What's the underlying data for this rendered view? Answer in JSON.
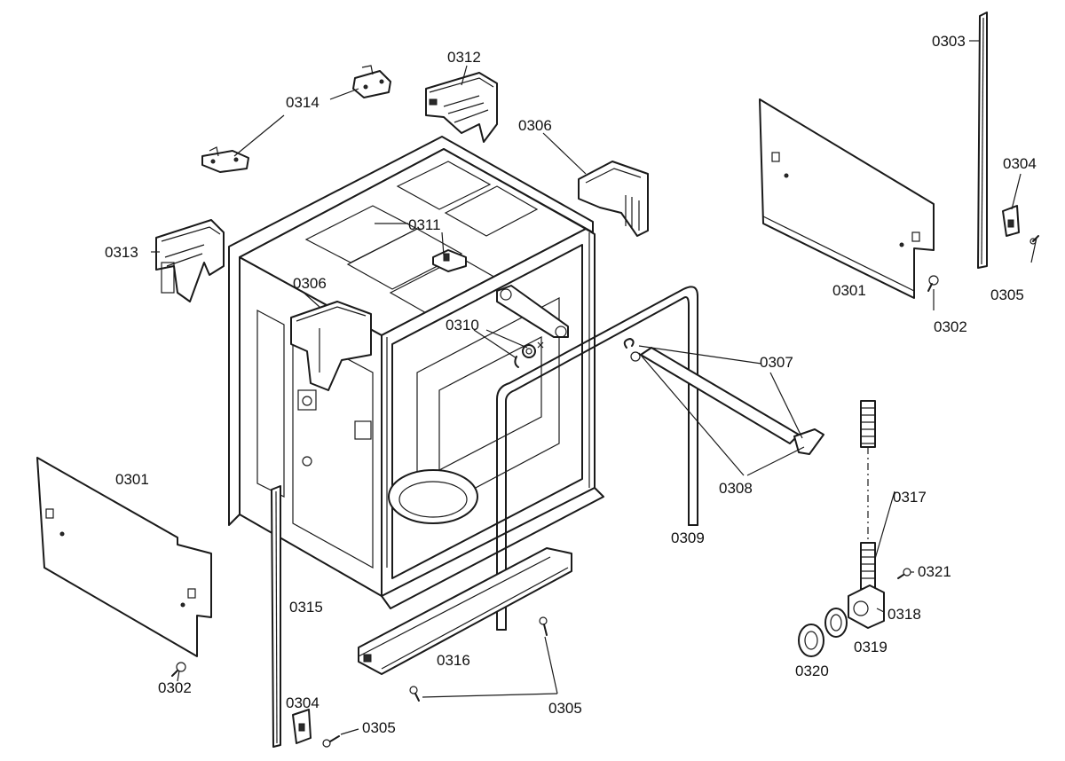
{
  "labels": {
    "l0314": "0314",
    "l0312": "0312",
    "l0306a": "0306",
    "l0303": "0303",
    "l0304a": "0304",
    "l0311": "0311",
    "l0313": "0313",
    "l0306b": "0306",
    "l0301a": "0301",
    "l0305a": "0305",
    "l0302a": "0302",
    "l0310": "0310",
    "l0307": "0307",
    "l0308": "0308",
    "l0301b": "0301",
    "l0309": "0309",
    "l0317": "0317",
    "l0315": "0315",
    "l0321": "0321",
    "l0318": "0318",
    "l0319": "0319",
    "l0316": "0316",
    "l0302b": "0302",
    "l0320": "0320",
    "l0305b": "0305",
    "l0304b": "0304",
    "l0305c": "0305"
  }
}
